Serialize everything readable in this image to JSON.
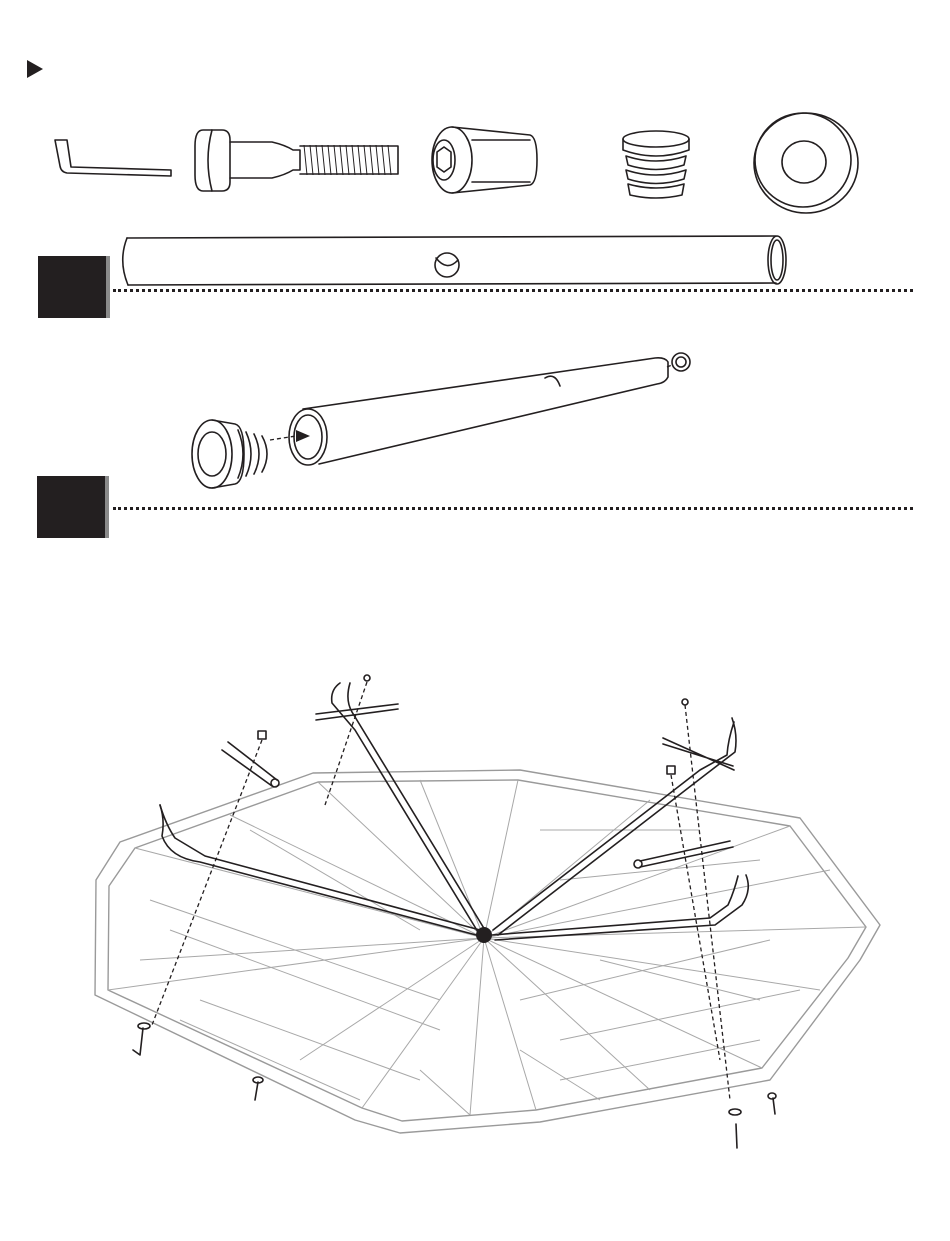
{
  "header": {
    "marker_icon": "play-triangle-icon"
  },
  "parts": [
    {
      "name": "allen-wrench",
      "icon": "hex-key-icon"
    },
    {
      "name": "long-bolt",
      "icon": "bolt-icon"
    },
    {
      "name": "barrel-nut",
      "icon": "barrel-nut-icon"
    },
    {
      "name": "end-cap",
      "icon": "tube-end-cap-icon"
    },
    {
      "name": "washer",
      "icon": "washer-icon"
    },
    {
      "name": "tube",
      "icon": "tube-icon"
    }
  ],
  "steps": [
    {
      "label": ""
    },
    {
      "label": ""
    }
  ],
  "colors": {
    "ink": "#231f20",
    "tabletop": "#9a9a9a",
    "step_box": "#231f20"
  }
}
